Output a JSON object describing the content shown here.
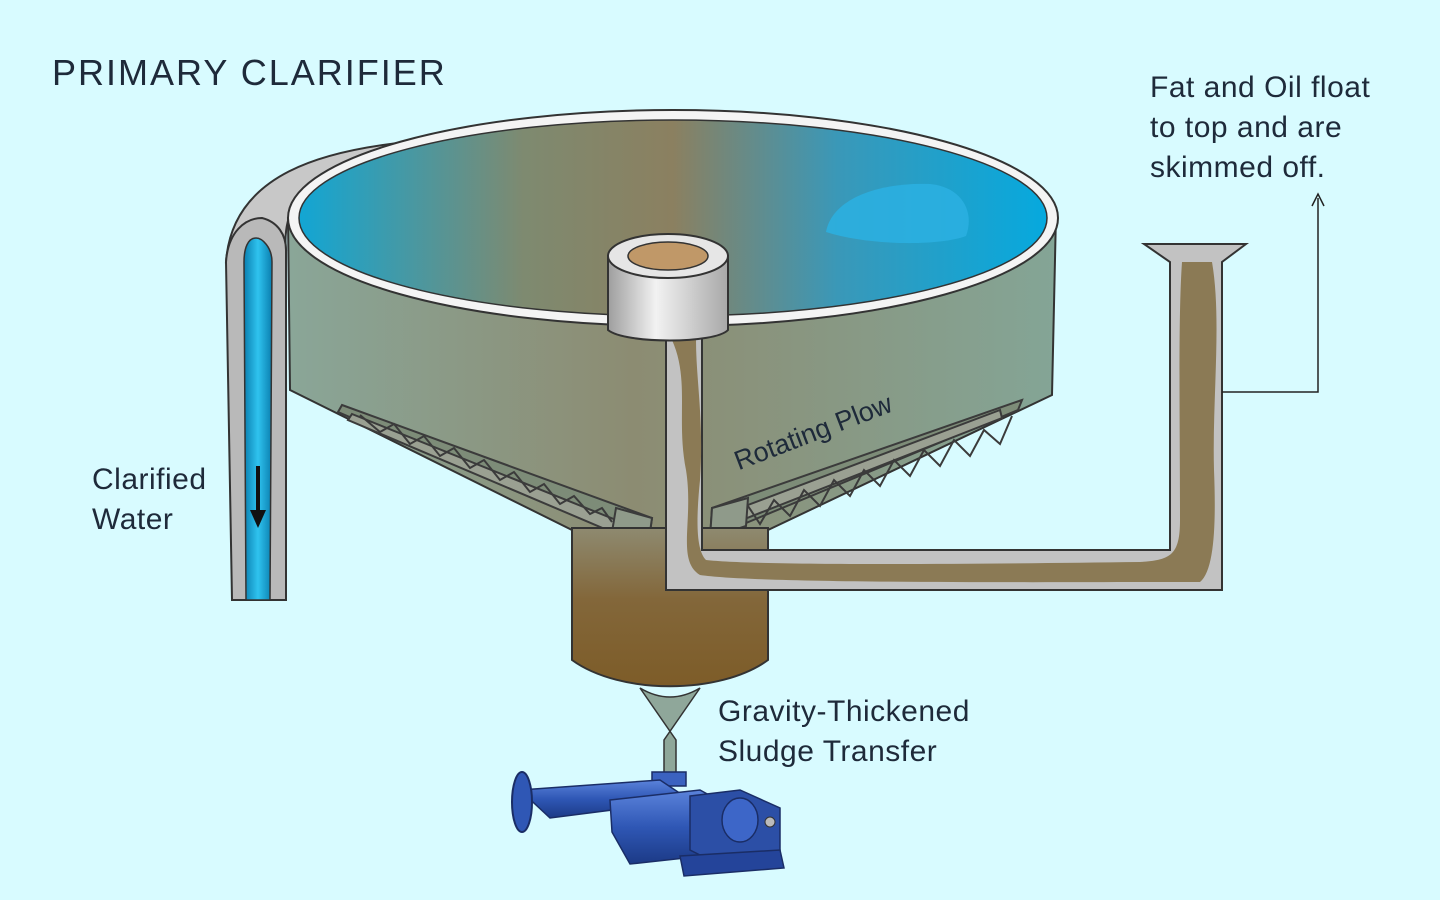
{
  "title": "PRIMARY CLARIFIER",
  "labels": {
    "clarified_water": [
      "Clarified",
      "Water"
    ],
    "fat_oil": [
      "Fat and Oil float",
      "to top and are",
      "skimmed off."
    ],
    "rotating_plow": "Rotating Plow",
    "sludge_transfer": [
      "Gravity-Thickened",
      "Sludge Transfer"
    ]
  },
  "colors": {
    "background": "#d8fbff",
    "water": "#12a6d4",
    "sludge": "#8a6a35",
    "tank_wall": "#88a390",
    "pump": "#2f57b5",
    "text": "#1e2a3a"
  }
}
